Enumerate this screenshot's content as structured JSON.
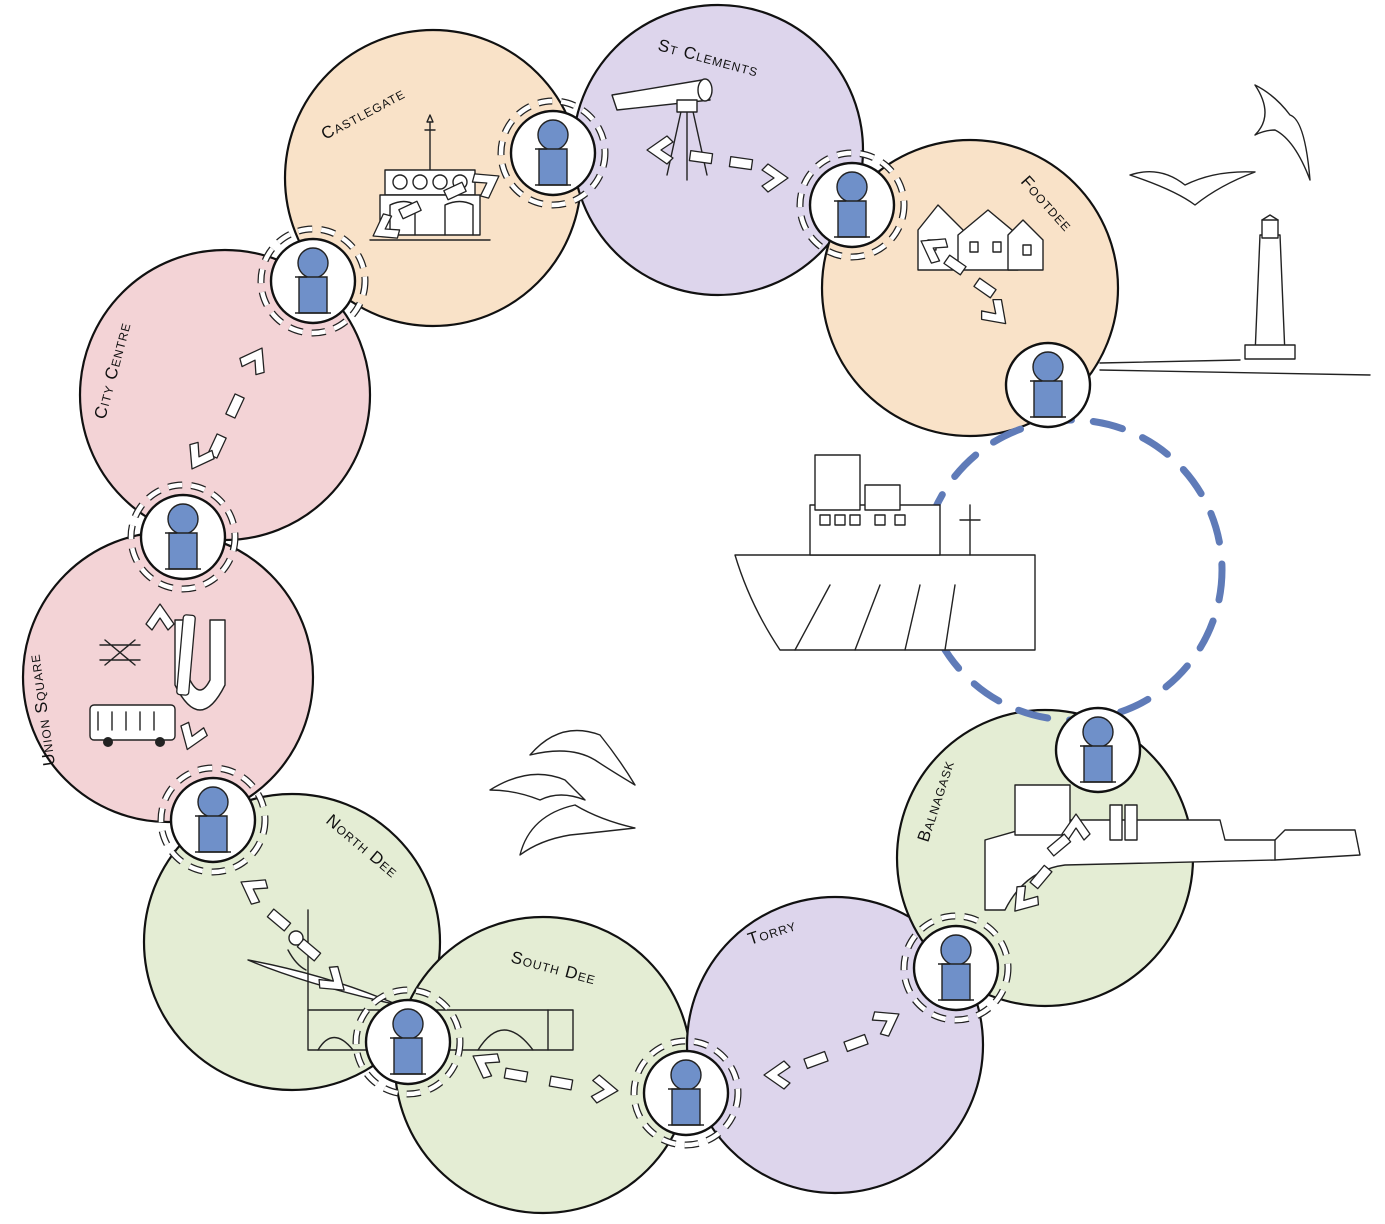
{
  "colors": {
    "peach": "#f9e2c8",
    "lilac": "#ddd5ec",
    "pink": "#f3d3d6",
    "green": "#e4edd4",
    "info_blue": "#6f90c9",
    "route_blue": "#5f7bb8"
  },
  "zones": [
    {
      "id": "castlegate",
      "label": "Castlegate",
      "color": "peach"
    },
    {
      "id": "st-clements",
      "label": "St Clements",
      "color": "lilac"
    },
    {
      "id": "footdee",
      "label": "Footdee",
      "color": "peach"
    },
    {
      "id": "city-centre",
      "label": "City Centre",
      "color": "pink"
    },
    {
      "id": "union-square",
      "label": "Union Square",
      "color": "pink"
    },
    {
      "id": "north-dee",
      "label": "North Dee",
      "color": "green"
    },
    {
      "id": "south-dee",
      "label": "South Dee",
      "color": "green"
    },
    {
      "id": "torry",
      "label": "Torry",
      "color": "lilac"
    },
    {
      "id": "balnagask",
      "label": "Balnagask",
      "color": "green"
    }
  ],
  "info_point_icon": "info-icon",
  "illustrations": [
    "telescope-icon",
    "seagull-icon",
    "lighthouse-icon",
    "ship-icon",
    "dolphin-icon",
    "kayak-icon",
    "bus-icon",
    "bridge-icon",
    "houses-icon",
    "mercat-cross-icon"
  ]
}
